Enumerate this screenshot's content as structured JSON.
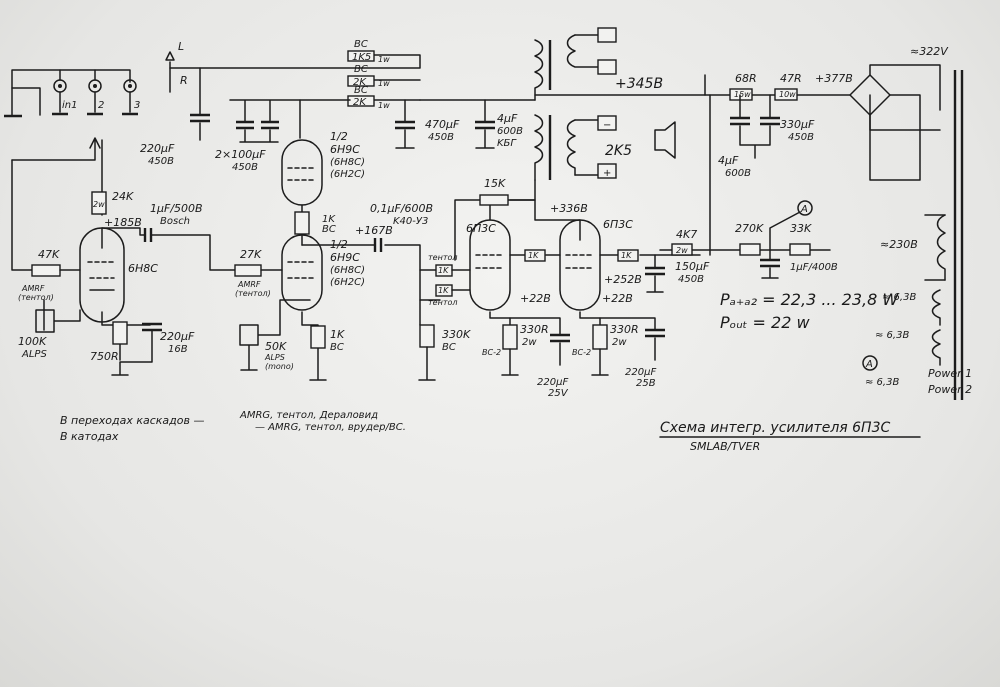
{
  "labels": {
    "in_l": "L",
    "in_r": "R",
    "in1": "in1",
    "in2": "2",
    "in3": "3",
    "r_24k": "24K",
    "r_24k_w": "2w",
    "v185": "+185B",
    "c_1uf": "1µF/500B",
    "c_1uf_brand": "Bosch",
    "r_47k": "47K",
    "r_47k_note": "AMRF",
    "r_47k_note2": "(тентол)",
    "pot_100k": "100K",
    "pot_100k_brand": "ALPS",
    "tube1": "6H8C",
    "r_750": "750R",
    "c_220_16": "220µF",
    "c_220_16_v": "16B",
    "c_220_450": "220µF",
    "c_220_450_v": "450B",
    "c_2x100": "2×100µF",
    "c_2x100_v": "450B",
    "r_1k5": "1K5",
    "r_1k5_bc": "BC",
    "r_1k5_w": "1w",
    "r_2k_a": "2K",
    "r_2k_a_bc": "BC",
    "r_2k_a_w": "1w",
    "r_2k_b": "2K",
    "r_2k_b_bc": "BC",
    "r_2k_b_w": "1w",
    "c_470": "470µF",
    "c_470_v": "450B",
    "c_4uf_600": "4µF",
    "c_4uf_600_v": "600B",
    "c_4uf_600_t": "KБГ",
    "tube2_half": "1/2",
    "tube2_a": "6H9C",
    "tube2_b": "(6H8C)",
    "tube2_c": "(6H2C)",
    "r_1k_bc": "1K",
    "r_1k_bc_t": "BC",
    "tube3_half": "1/2",
    "tube3_a": "6H9C",
    "tube3_b": "(6H8C)",
    "tube3_c": "(6H2C)",
    "r_27k": "27K",
    "r_27k_note": "AMRF",
    "r_27k_note2": "(тентол)",
    "pot_50k": "50K",
    "pot_50k_b": "ALPS",
    "pot_50k_c": "(mono)",
    "r_1k_c": "1K",
    "r_1k_c_t": "BC",
    "v167": "+167B",
    "c_01": "0,1µF/600B",
    "c_01_t": "K40-У3",
    "r_330k": "330K",
    "r_330k_t": "BC",
    "r_1k_tent1": "тентол",
    "r_1k_tent2": "тентол",
    "r_1k_g1": "1K",
    "r_1k_g2": "1K",
    "tube4": "6П3C",
    "tube5": "6П3C",
    "r_15k": "15K",
    "v336": "+336B",
    "r_1k_s1": "1K",
    "r_1k_s2": "1K",
    "v252": "+252B",
    "v22a": "+22B",
    "v22b": "+22B",
    "r_330_a": "330R",
    "r_330_a_w": "2w",
    "r_330_b": "330R",
    "r_330_b_w": "2w",
    "bc2a": "BC-2",
    "bc2b": "BC-2",
    "c_220_25a": "220µF",
    "c_220_25a_v": "25V",
    "c_220_25b": "220µF",
    "c_220_25b_v": "25B",
    "v345": "+345B",
    "out_2k5": "2K5",
    "out_minus": "−",
    "out_plus": "+",
    "r_68r": "68R",
    "r_68r_w": "15w",
    "r_47r": "47R",
    "r_47r_w": "10w",
    "v377": "+377B",
    "c_330": "330µF",
    "c_330_v": "450B",
    "c_4uf_b": "4µF",
    "c_4uf_b_v": "600B",
    "r_4k7": "4K7",
    "r_4k7_w": "2w",
    "c_150": "150µF",
    "c_150_v": "450B",
    "r_270k": "270K",
    "r_33k": "33K",
    "c_1uf_b": "1µF/400B",
    "meter_a": "A",
    "v322": "≈322V",
    "v230": "≈230B",
    "v63a": "≈ 6,3B",
    "v63b": "≈ 6,3B",
    "v63c": "≈ 6,3B",
    "power1": "Power 1",
    "power2": "Power 2",
    "pd_line": "Pₐ₊ₐ₂ = 22,3 ... 23,8 W",
    "pout_line": "Pₒᵤₜ = 22 w",
    "note1a": "B переходах каскадов —",
    "note1b": "AMRG, тентол, Дераловид",
    "note2a": "B катодах",
    "note2b": "— AMRG, тентол, врудер/BC.",
    "title": "Схема  интегр. усилителя 6П3C",
    "author": "SMLAB/TVER"
  }
}
